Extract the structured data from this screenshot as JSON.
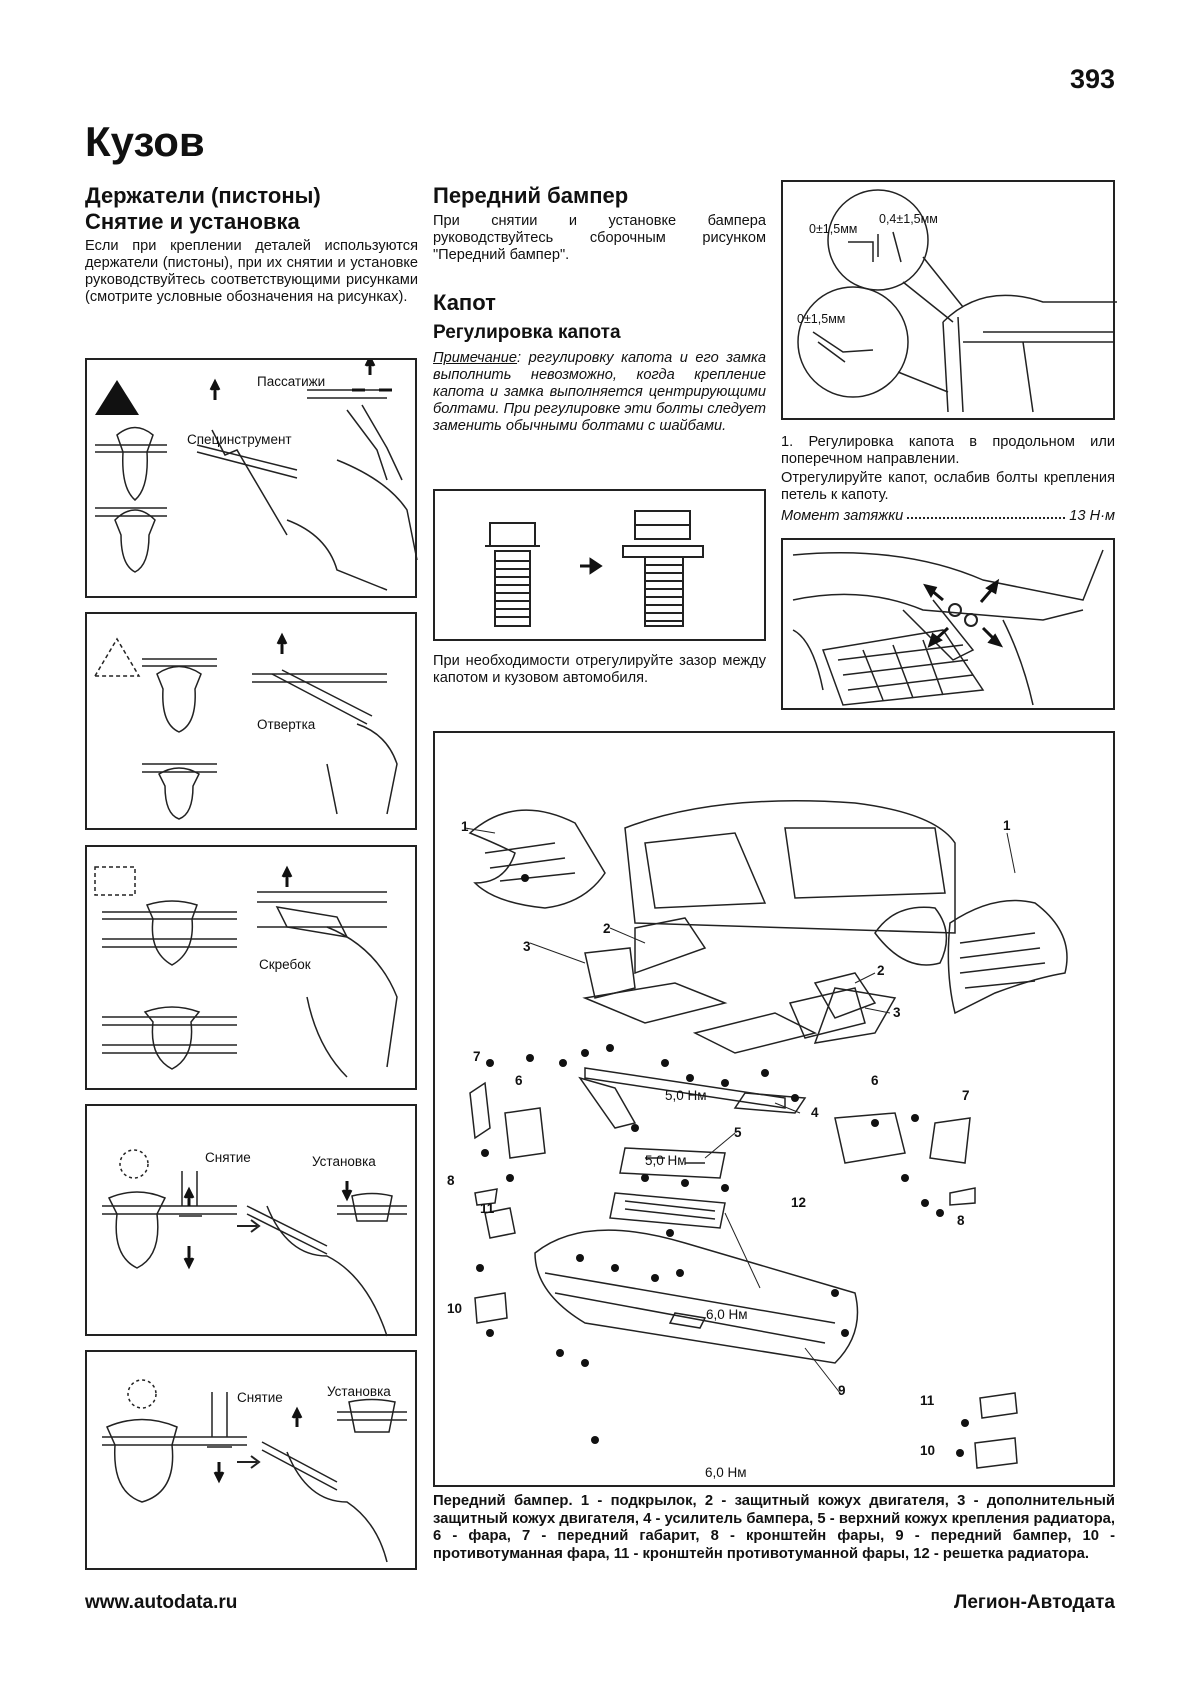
{
  "page_number": "393",
  "section_title": "Кузов",
  "clips": {
    "title_line1": "Держатели (пистоны)",
    "title_line2": "Снятие и установка",
    "body": "Если при креплении деталей используются держатели (пистоны), при их снятии и установке руководствуйтесь соответствующими рисунками (смотрите условные обозначения на рисунках).",
    "fig1_labels": {
      "pliers": "Пассатижи",
      "special_tool": "Специнструмент"
    },
    "fig2_labels": {
      "screwdriver": "Отвертка"
    },
    "fig3_labels": {
      "scraper": "Скребок"
    },
    "fig4_labels": {
      "removal": "Снятие",
      "install": "Установка"
    },
    "fig5_labels": {
      "removal": "Снятие",
      "install": "Установка"
    }
  },
  "front_bumper": {
    "title": "Передний бампер",
    "body": "При снятии и установке бампера руководствуйтесь сборочным рисунком \"Передний бампер\"."
  },
  "hood": {
    "title": "Капот",
    "subtitle": "Регулировка капота",
    "note_label": "Примечание",
    "note_text": ": регулировку капота и его замка выполнить невозможно, когда крепление капота и замка выполняется центрирующими болтами. При регулировке эти болты следует заменить обычными болтами с шайбами.",
    "gap_text": "При необходимости отрегулируйте зазор между капотом и кузовом автомобиля.",
    "gap_labels": {
      "a": "0±1,5мм",
      "b": "0,4±1,5мм",
      "c": "0±1,5мм"
    },
    "adjust_step": "1. Регулировка капота в продольном или поперечном направлении.",
    "adjust_text": "Отрегулируйте капот, ослабив болты крепления петель к капоту.",
    "torque_label": "Момент затяжки",
    "torque_value": "13 Н·м"
  },
  "diagram": {
    "torques": {
      "t1": "5,0 Нм",
      "t2": "5,0 Нм",
      "t3": "6,0 Нм",
      "t4": "6,0 Нм"
    },
    "numbers": {
      "n1a": "1",
      "n1b": "1",
      "n2a": "2",
      "n2b": "2",
      "n3a": "3",
      "n3b": "3",
      "n4": "4",
      "n5": "5",
      "n6a": "6",
      "n6b": "6",
      "n7a": "7",
      "n7b": "7",
      "n8a": "8",
      "n8b": "8",
      "n9": "9",
      "n10a": "10",
      "n10b": "10",
      "n11a": "11",
      "n11b": "11",
      "n12": "12"
    },
    "caption": "Передний бампер. 1 - подкрылок, 2 - защитный кожух двигателя, 3 - дополнительный защитный кожух двигателя, 4 - усилитель бампера, 5 - верхний кожух крепления радиатора, 6 - фара, 7 - передний габарит, 8 - кронштейн фары, 9 - передний бампер, 10 - противотуманная фара, 11 - кронштейн противотуманной фары, 12 - решетка радиатора."
  },
  "footer": {
    "website": "www.autodata.ru",
    "publisher": "Легион-Автодата"
  }
}
